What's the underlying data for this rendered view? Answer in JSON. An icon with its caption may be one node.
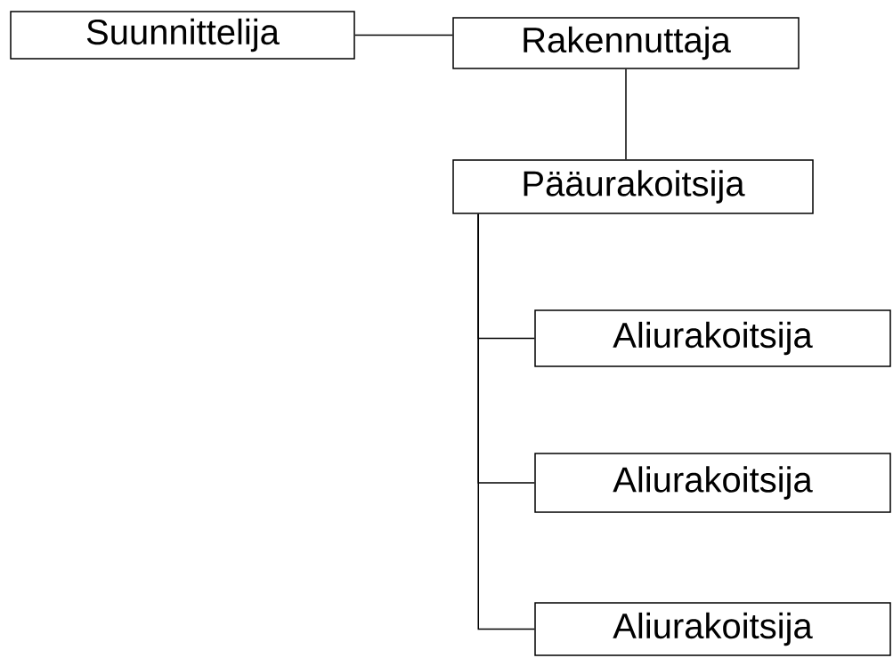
{
  "diagram": {
    "nodes": [
      {
        "text": [
          "Suunnittelija"
        ]
      },
      {
        "text": [
          "Rakennuttaja"
        ]
      },
      {
        "text": [
          "Pääurakoitsija"
        ]
      },
      {
        "text": [
          "Aliurakoitsija"
        ]
      },
      {
        "text": [
          "Aliurakoitsija"
        ]
      },
      {
        "text": [
          "Aliurakoitsija"
        ]
      }
    ],
    "edges": [
      {
        "from": 0,
        "to": 1,
        "arrow": "none"
      },
      {
        "from": 1,
        "to": 2,
        "arrow": "none"
      },
      {
        "from": 2,
        "to": 3,
        "arrow": "none"
      },
      {
        "from": 2,
        "to": 4,
        "arrow": "none"
      },
      {
        "from": 2,
        "to": 5,
        "arrow": "none"
      }
    ]
  }
}
